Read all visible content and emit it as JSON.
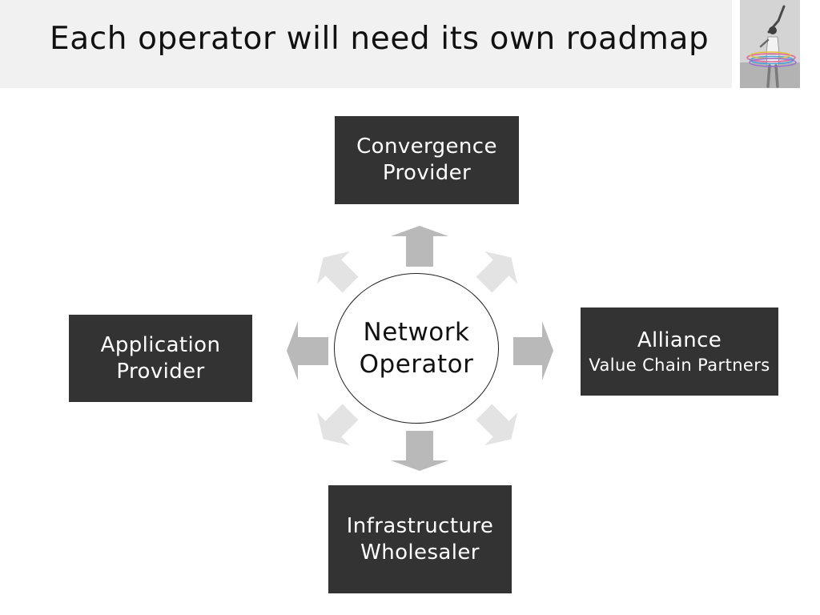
{
  "slide": {
    "title": "Each operator will need its own roadmap"
  },
  "photo": {
    "description_icon": "woman-hula-hoop-photo-icon"
  },
  "diagram": {
    "hub": {
      "line1": "Network",
      "line2": "Operator"
    },
    "nodes": {
      "top": {
        "line1": "Convergence",
        "line2": "Provider"
      },
      "left": {
        "line1": "Application",
        "line2": "Provider"
      },
      "right": {
        "line1": "Alliance",
        "line2": "Value Chain Partners"
      },
      "bottom": {
        "line1": "Infrastructure",
        "line2": "Wholesaler"
      }
    },
    "arrow_icons": [
      "arrow-up-icon",
      "arrow-up-right-icon",
      "arrow-right-icon",
      "arrow-down-right-icon",
      "arrow-down-icon",
      "arrow-down-left-icon",
      "arrow-left-icon",
      "arrow-up-left-icon"
    ]
  },
  "colors": {
    "header_band": "#f1f1f1",
    "box_fill": "#333333",
    "box_text": "#ffffff",
    "arrow_primary": "#b9b9b9",
    "arrow_secondary": "#e3e3e3"
  }
}
